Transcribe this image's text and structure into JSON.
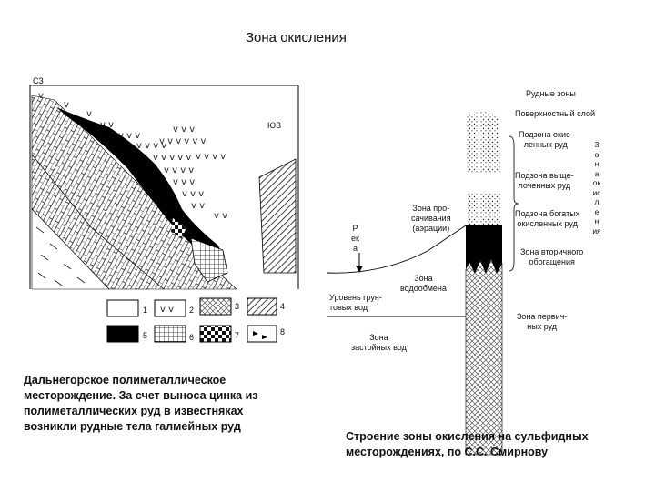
{
  "title": "Зона окисления",
  "left_diagram": {
    "label_nw": "СЗ",
    "label_se": "ЮВ",
    "legend": [
      "1",
      "2",
      "3",
      "4",
      "5",
      "6",
      "7",
      "8"
    ],
    "caption": [
      "Дальнегорское полиметаллическое",
      "месторождение. За счет выноса цинка из",
      "полиметаллических руд в известняках",
      "возникли рудные тела галмейных руд"
    ]
  },
  "right_diagram": {
    "ore_zones": "Рудные зоны",
    "surface_layer": "Поверхностный слой",
    "subzone_oxidized": [
      "Подзона окис-",
      "ленных руд"
    ],
    "subzone_leached": [
      "Подзона выще-",
      "лоченных руд"
    ],
    "subzone_rich": [
      "Подзона богатых",
      "окисленных руд"
    ],
    "zone_secondary": [
      "Зона вторичного",
      "обогащения"
    ],
    "zone_primary": [
      "Зона первич-",
      "ных руд"
    ],
    "zone_oxidation_vertical": [
      "З",
      "о",
      "н",
      "а",
      "ок",
      "ис",
      "л",
      "е",
      "н",
      "ия"
    ],
    "river": [
      "Р",
      "ек",
      "а"
    ],
    "zone_seepage": [
      "Зона про-",
      "сачивания",
      "(аэрации)"
    ],
    "zone_exchange": [
      "Зона",
      "водообмена"
    ],
    "groundwater_level": [
      "Уровень грун-",
      "товых вод"
    ],
    "zone_stagnant": [
      "Зона",
      "застойных вод"
    ],
    "caption": [
      "Строение зоны окисления на сульфидных",
      "месторождениях, по С.С. Смирнову"
    ]
  }
}
